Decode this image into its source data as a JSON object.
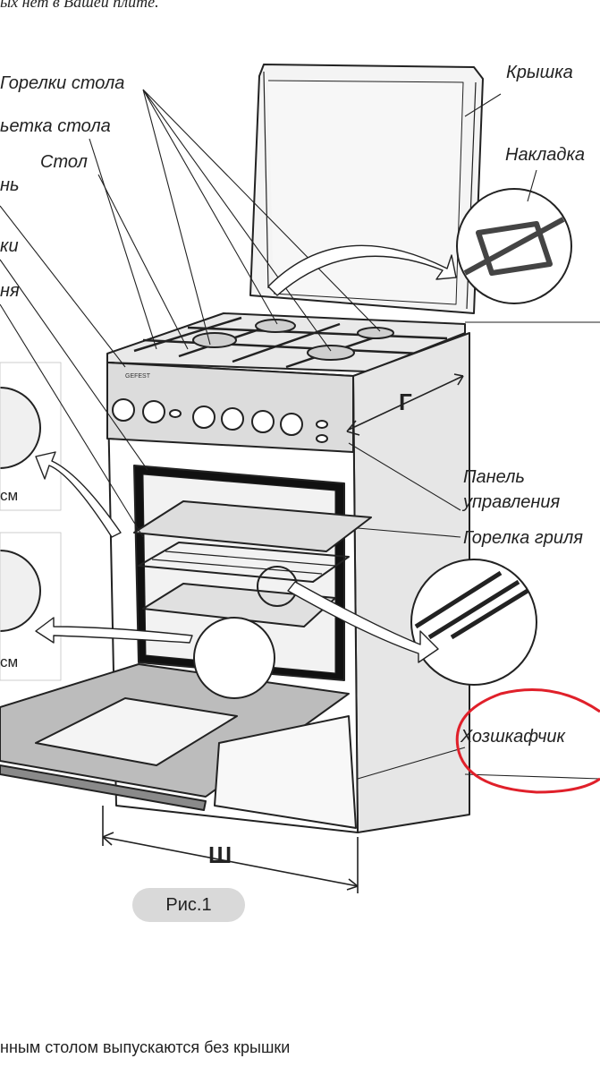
{
  "header_fragment": "ых нет в Вашей плите.",
  "labels": {
    "burners": "Горелки стола",
    "grate": "ьетка стола",
    "table": "Стол",
    "left_frag_1": "нь",
    "left_frag_2": "ки",
    "left_frag_3": "ня",
    "lid": "Крышка",
    "overlay": "Накладка",
    "control_panel_1": "Панель",
    "control_panel_2": "управления",
    "grill_burner": "Горелка гриля",
    "cabinet": "Хозшкафчик",
    "cm_1": "см",
    "cm_2": "см"
  },
  "dimensions": {
    "depth": "Г",
    "width": "Ш"
  },
  "figure_label": "Рис.1",
  "footer_fragment": "нным столом выпускаются без крышки",
  "brand": "GEFEST",
  "colors": {
    "annotation_circle": "#e0202a",
    "line": "#222222",
    "panel_gray": "#d6d6d6",
    "side_gray": "#e6e6e6"
  }
}
